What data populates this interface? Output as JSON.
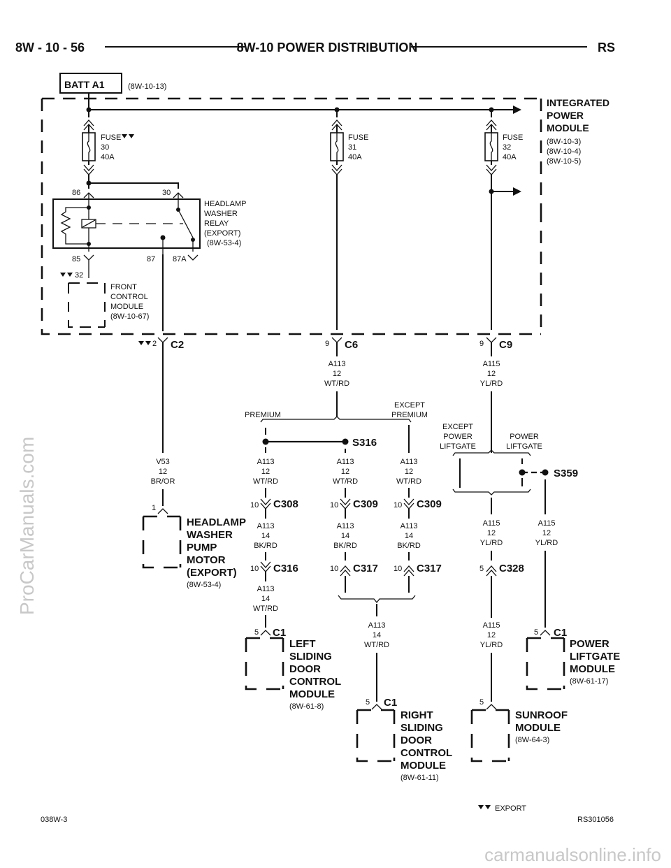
{
  "header": {
    "left": "8W - 10 - 56",
    "center": "8W-10 POWER DISTRIBUTION",
    "right": "RS"
  },
  "source": {
    "label": "BATT A1",
    "ref": "(8W-10-13)"
  },
  "ipm": {
    "lines": [
      "INTEGRATED",
      "POWER",
      "MODULE"
    ],
    "refs": [
      "(8W-10-3)",
      "(8W-10-4)",
      "(8W-10-5)"
    ]
  },
  "fuses": [
    {
      "lines": [
        "FUSE",
        "30",
        "40A"
      ]
    },
    {
      "lines": [
        "FUSE",
        "31",
        "40A"
      ]
    },
    {
      "lines": [
        "FUSE",
        "32",
        "40A"
      ]
    }
  ],
  "relay": {
    "lines": [
      "HEADLAMP",
      "WASHER",
      "RELAY",
      "(EXPORT)"
    ],
    "ref": "(8W-53-4)",
    "pins": {
      "p86": "86",
      "p30": "30",
      "p85": "85",
      "p87": "87",
      "p87a": "87A"
    }
  },
  "fcm": {
    "pin": "32",
    "lines": [
      "FRONT",
      "CONTROL",
      "MODULE"
    ],
    "ref": "(8W-10-67)"
  },
  "connectors": {
    "c2": {
      "name": "C2",
      "pin": "2"
    },
    "c6": {
      "name": "C6",
      "pin": "9"
    },
    "c9": {
      "name": "C9",
      "pin": "9"
    },
    "c308": {
      "name": "C308",
      "pin": "10"
    },
    "c309a": {
      "name": "C309",
      "pin": "10"
    },
    "c309b": {
      "name": "C309",
      "pin": "10"
    },
    "c316": {
      "name": "C316",
      "pin": "10"
    },
    "c317a": {
      "name": "C317",
      "pin": "10"
    },
    "c317b": {
      "name": "C317",
      "pin": "10"
    },
    "c328": {
      "name": "C328",
      "pin": "5"
    }
  },
  "splices": {
    "s316": "S316",
    "s359": "S359"
  },
  "options": {
    "premium": "PREMIUM",
    "except_premium": [
      "EXCEPT",
      "PREMIUM"
    ],
    "except_power_liftgate": [
      "EXCEPT",
      "POWER",
      "LIFTGATE"
    ],
    "power_liftgate": [
      "POWER",
      "LIFTGATE"
    ]
  },
  "wires": {
    "c6_out": [
      "A113",
      "12",
      "WT/RD"
    ],
    "c9_out": [
      "A115",
      "12",
      "YL/RD"
    ],
    "v53": [
      "V53",
      "12",
      "BR/OR"
    ],
    "prem_left": [
      "A113",
      "12",
      "WT/RD"
    ],
    "prem_mid": [
      "A113",
      "12",
      "WT/RD"
    ],
    "exc_prem": [
      "A113",
      "12",
      "WT/RD"
    ],
    "after_c308": [
      "A113",
      "14",
      "BK/RD"
    ],
    "after_c309a": [
      "A113",
      "14",
      "BK/RD"
    ],
    "after_c309b": [
      "A113",
      "14",
      "BK/RD"
    ],
    "after_c316": [
      "A113",
      "14",
      "WT/RD"
    ],
    "after_c317": [
      "A113",
      "14",
      "WT/RD"
    ],
    "exc_plg": [
      "A115",
      "12",
      "YL/RD"
    ],
    "plg": [
      "A115",
      "12",
      "YL/RD"
    ],
    "after_c328": [
      "A115",
      "12",
      "YL/RD"
    ]
  },
  "modules": {
    "hwpm": {
      "pin": "1",
      "lines": [
        "HEADLAMP",
        "WASHER",
        "PUMP",
        "MOTOR",
        "(EXPORT)"
      ],
      "ref": "(8W-53-4)"
    },
    "lsdcm": {
      "pin": "5",
      "conn": "C1",
      "lines": [
        "LEFT",
        "SLIDING",
        "DOOR",
        "CONTROL",
        "MODULE"
      ],
      "ref": "(8W-61-8)"
    },
    "rsdcm": {
      "pin": "5",
      "conn": "C1",
      "lines": [
        "RIGHT",
        "SLIDING",
        "DOOR",
        "CONTROL",
        "MODULE"
      ],
      "ref": "(8W-61-11)"
    },
    "sunroof": {
      "pin": "5",
      "lines": [
        "SUNROOF",
        "MODULE"
      ],
      "ref": "(8W-64-3)"
    },
    "plgm": {
      "pin": "5",
      "conn": "C1",
      "lines": [
        "POWER",
        "LIFTGATE",
        "MODULE"
      ],
      "ref": "(8W-61-17)"
    }
  },
  "legend": {
    "text": "EXPORT"
  },
  "footer": {
    "left": "038W-3",
    "right": "RS301056"
  },
  "watermarks": {
    "side": "ProCarManuals.com",
    "bottom": "carmanualsonline.info"
  }
}
